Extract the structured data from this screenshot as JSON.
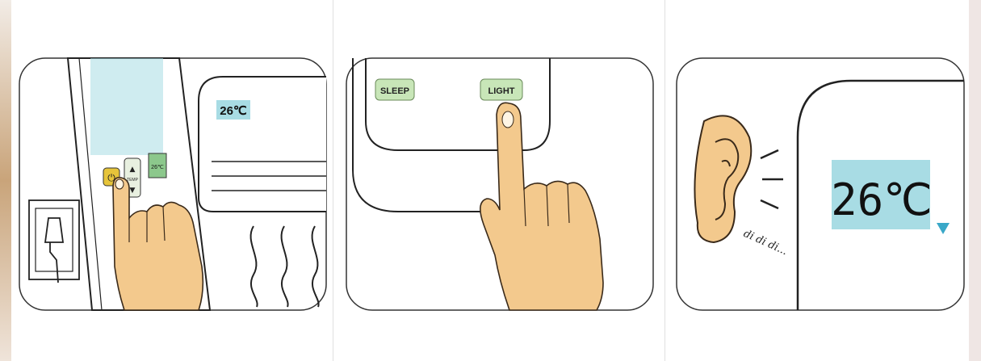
{
  "panels": [
    {
      "remote": {
        "display_temp": "26℃",
        "power_label": "⏻",
        "temp_label": "TEMP",
        "small_temp": "26℃"
      }
    },
    {
      "buttons": {
        "sleep_label": "SLEEP",
        "light_label": "LIGHT"
      }
    },
    {
      "display": {
        "temp": "26℃",
        "sound": "di di di..."
      }
    }
  ],
  "colors": {
    "skin": "#f3c98d",
    "skin_outline": "#3a2a1a",
    "display_bg": "#a8dce4",
    "button_green": "#c8e6b8",
    "wifi": "#3aa8c8",
    "power_yellow": "#e6c43a"
  }
}
